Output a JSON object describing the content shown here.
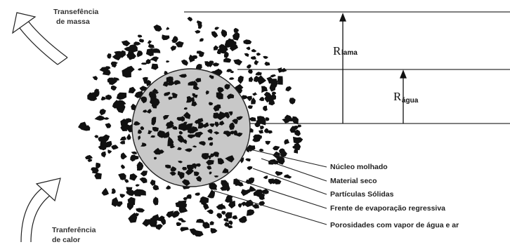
{
  "labels": {
    "mass_transfer": [
      "Transefência",
      "de massa"
    ],
    "heat_transfer": [
      "Tranferência",
      "de calor"
    ],
    "r_outer": {
      "symbol": "R",
      "subscript": "lama"
    },
    "r_inner": {
      "symbol": "R",
      "subscript": "água"
    },
    "callouts": [
      "Núcleo molhado",
      "Material seco",
      "Partículas Sólidas",
      "Frente de evaporação regressiva",
      "Porosidades com vapor de água e ar"
    ]
  },
  "colors": {
    "particle": "#111111",
    "wet_core": "#c8c8c8",
    "outline": "#222222"
  }
}
